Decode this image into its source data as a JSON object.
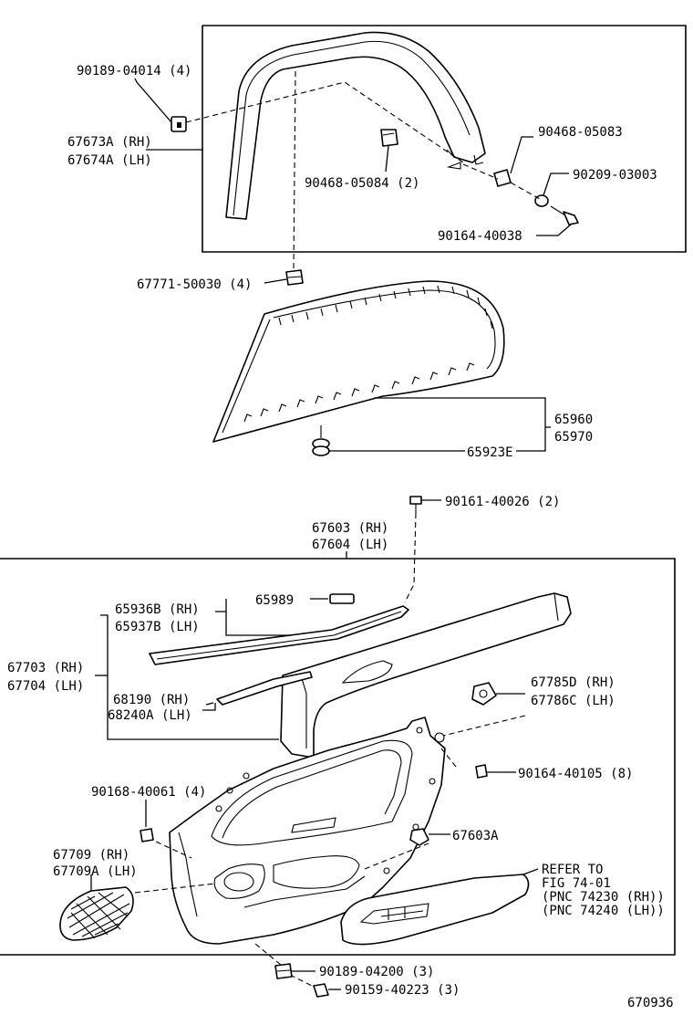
{
  "diagram_id": "670936",
  "labels": {
    "p90189_04014": "90189-04014 (4)",
    "p67673A": "67673A (RH)",
    "p67674A": "67674A (LH)",
    "p90468_05084": "90468-05084 (2)",
    "p90468_05083": "90468-05083",
    "p90209_03003": "90209-03003",
    "p90164_40038": "90164-40038",
    "p67771_50030": "67771-50030 (4)",
    "p65960": "65960",
    "p65970": "65970",
    "p65923E": "65923E",
    "p90161_40026": "90161-40026 (2)",
    "p67603": "67603 (RH)",
    "p67604": "67604 (LH)",
    "p65936B": "65936B (RH)",
    "p65937B": "65937B (LH)",
    "p65989": "65989",
    "p67703": "67703 (RH)",
    "p67704": "67704 (LH)",
    "p68190": "68190 (RH)",
    "p68240A": "68240A (LH)",
    "p67785D": "67785D (RH)",
    "p67786C": "67786C (LH)",
    "p90164_40105": "90164-40105 (8)",
    "p90168_40061": "90168-40061 (4)",
    "p67603A": "67603A",
    "p67709": "67709 (RH)",
    "p67709A": "67709A (LH)",
    "refer_1": "REFER TO",
    "refer_2": "FIG 74-01",
    "refer_3": "(PNC 74230 (RH))",
    "refer_4": "(PNC 74240 (LH))",
    "p90189_04200": "90189-04200 (3)",
    "p90159_40223": "90159-40223 (3)"
  }
}
